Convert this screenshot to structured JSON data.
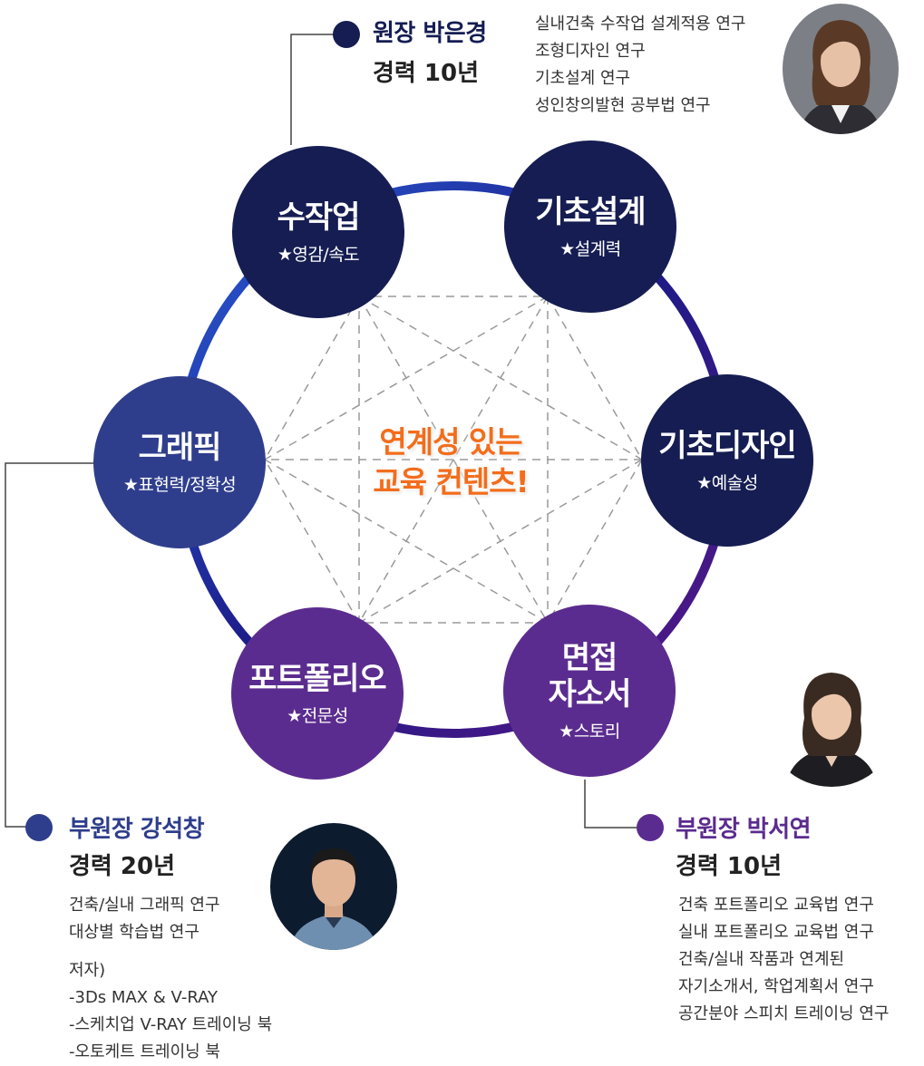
{
  "center_text": "연계성 있는\n교육 컨텐츠!",
  "nodes": [
    {
      "title": "수작업",
      "sub": "★영감/속도",
      "color": "#151d52"
    },
    {
      "title": "기초설계",
      "sub": "★설계력",
      "color": "#151d52"
    },
    {
      "title": "기초디자인",
      "sub": "★예술성",
      "color": "#151d52"
    },
    {
      "title": "면접\n자소서",
      "sub": "★스토리",
      "color": "#5b2c8f"
    },
    {
      "title": "포트폴리오",
      "sub": "★전문성",
      "color": "#5b2c8f"
    },
    {
      "title": "그래픽",
      "sub": "★표현력/정확성",
      "color": "#2f3e8c"
    }
  ],
  "people": {
    "director": {
      "name": "원장 박은경",
      "career": "경력 10년",
      "research": [
        "실내건축 수작업 설계적용 연구",
        "조형디자인 연구",
        "기초설계 연구",
        "성인창의발현 공부법 연구"
      ],
      "color": "#151d52",
      "avatar": "woman-portrait-icon"
    },
    "vice_kang": {
      "name": "부원장 강석창",
      "career": "경력 20년",
      "research": [
        "건축/실내 그래픽 연구",
        "대상별 학습법 연구"
      ],
      "books": [
        "저자)",
        "-3Ds MAX & V-RAY",
        "-스케치업 V-RAY 트레이닝 북",
        "-오토케트 트레이닝 북"
      ],
      "color": "#2f3e8c",
      "avatar": "man-portrait-icon"
    },
    "vice_park": {
      "name": "부원장 박서연",
      "career": "경력 10년",
      "research": [
        "건축 포트폴리오 교육법 연구",
        "실내  포트폴리오 교육법 연구",
        "건축/실내 작품과 연계된",
        "자기소개서, 학업계획서 연구",
        "공간분야 스피치 트레이닝 연구"
      ],
      "color": "#5b2c8f",
      "avatar": "woman-portrait-icon"
    }
  }
}
